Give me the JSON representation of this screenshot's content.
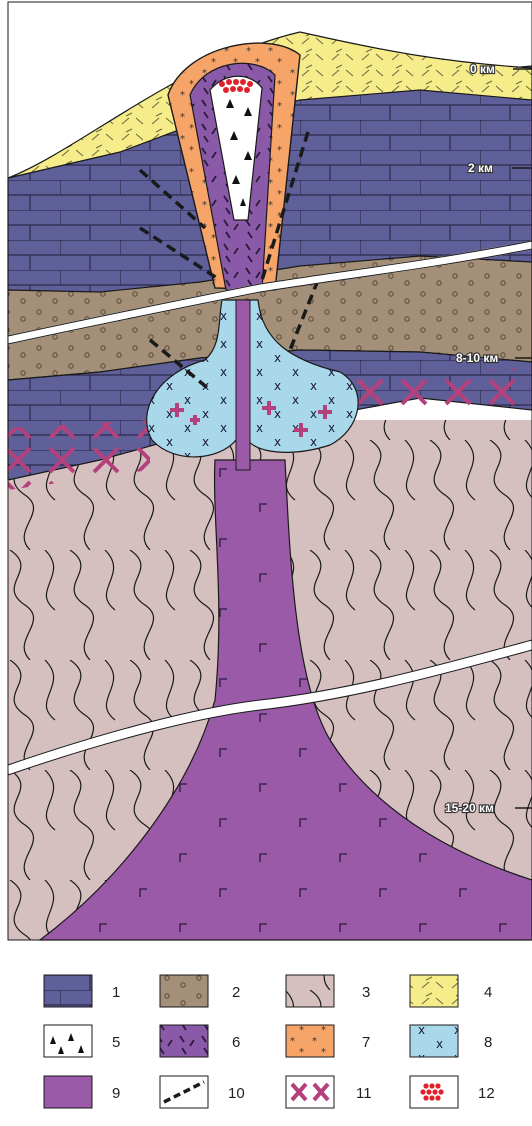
{
  "depth_labels": [
    "0 км",
    "2 км",
    "8-10 км",
    "15-20 км"
  ],
  "legend": {
    "items": [
      {
        "number": "1",
        "pattern": "limestone-blocks",
        "color": "#5f5f9a"
      },
      {
        "number": "2",
        "pattern": "sandstone-dots",
        "color": "#a48f78"
      },
      {
        "number": "3",
        "pattern": "folded-metamorphic",
        "color": "#d6bfbf"
      },
      {
        "number": "4",
        "pattern": "volcanic-dashes",
        "color": "#f6ec8a"
      },
      {
        "number": "5",
        "pattern": "breccia-triangles",
        "color": "#ffffff"
      },
      {
        "number": "6",
        "pattern": "dashed-purple",
        "color": "#8a5aa8"
      },
      {
        "number": "7",
        "pattern": "stars-orange",
        "color": "#f6a468"
      },
      {
        "number": "8",
        "pattern": "crosses-blue",
        "color": "#a9d8ea"
      },
      {
        "number": "9",
        "pattern": "solid-purple",
        "color": "#9a5aa8"
      },
      {
        "number": "10",
        "pattern": "dashed-fault",
        "color": "#222222"
      },
      {
        "number": "11",
        "pattern": "magenta-crosses",
        "color": "#b4407c"
      },
      {
        "number": "12",
        "pattern": "red-dots",
        "color": "#e0202a"
      }
    ]
  }
}
